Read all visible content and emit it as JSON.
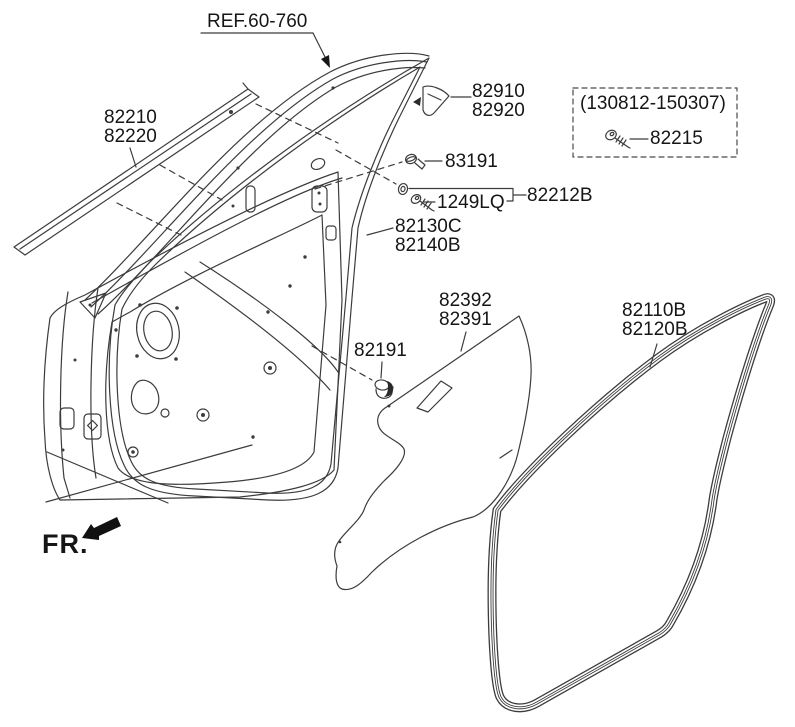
{
  "colors": {
    "background": "#ffffff",
    "line": "#3c3c3c",
    "text": "#161616"
  },
  "diagram": {
    "ref": "REF.60-760",
    "fr": "FR.",
    "parts": {
      "belt_weatherstrip": [
        "82210",
        "82220"
      ],
      "delta_garnish": [
        "82910",
        "82920"
      ],
      "validity_range": "(130812-150307)",
      "validity_screw": "82215",
      "pin": "83191",
      "screw": "1249LQ",
      "screw_group": "82212B",
      "door_weatherstrip": [
        "82130C",
        "82140B"
      ],
      "water_shield": [
        "82392",
        "82391"
      ],
      "opening_weatherstrip": [
        "82110B",
        "82120B"
      ],
      "clip": "82191"
    }
  }
}
